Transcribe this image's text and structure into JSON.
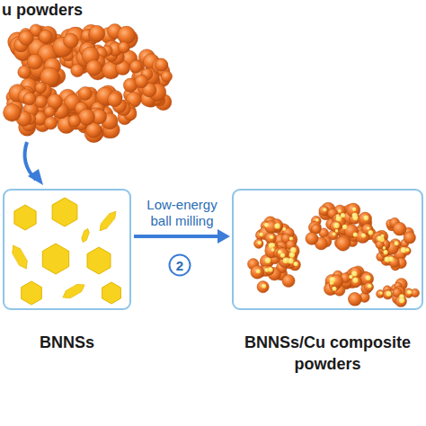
{
  "diagram": {
    "nodes": [
      {
        "text": [
          "BNNSs"
        ]
      },
      {
        "text": [
          "2"
        ]
      },
      {
        "text": [
          "BNNSs/Cu composite powders"
        ]
      }
    ],
    "edges": [
      {
        "from": 0,
        "to": 2,
        "arrow": "to",
        "label": "Low-energy ball milling"
      }
    ],
    "labels": [
      "u powders"
    ]
  }
}
